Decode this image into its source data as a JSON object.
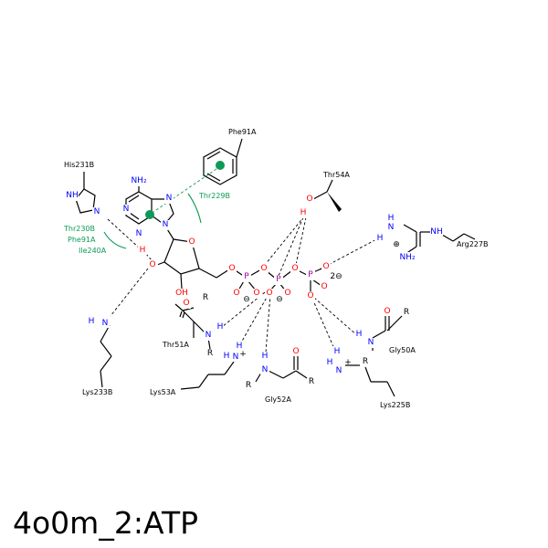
{
  "title": "4o0m_2:ATP",
  "colors": {
    "N": "#0000ff",
    "O": "#ff0000",
    "P": "#a000a0",
    "C": "#000000",
    "H": "#0000ff",
    "hydrophobic": "#0d9a56"
  },
  "residues": {
    "his231b": "His231B",
    "phe91a_top": "Phe91A",
    "thr229b": "Thr229B",
    "thr230b": "Thr230B",
    "phe91a_left": "Phe91A",
    "ile240a": "Ile240A",
    "thr54a": "Thr54A",
    "arg227b": "Arg227B",
    "thr51a": "Thr51A",
    "lys233b": "Lys233B",
    "lys53a": "Lys53A",
    "gly52a": "Gly52A",
    "gly50a": "Gly50A",
    "lys225b": "Lys225B"
  },
  "atoms": {
    "nh2": "NH₂",
    "n": "N",
    "nh": "NH",
    "o": "O",
    "oh": "OH",
    "p": "P",
    "h": "H",
    "r": "R",
    "minus": "⊖",
    "two_minus": "2⊖",
    "plus": "⊕",
    "n_plus": "N",
    "plus_sup": "+"
  }
}
